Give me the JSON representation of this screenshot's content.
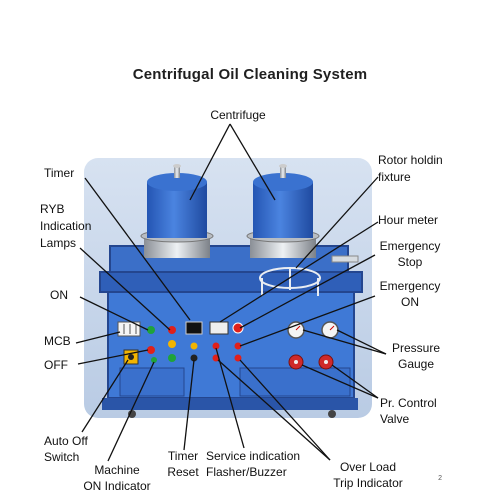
{
  "title": "Centrifugal Oil Cleaning System",
  "labels": {
    "centrifuge": "Centrifuge",
    "timer": "Timer",
    "rotor_1": "Rotor holdin",
    "rotor_2": "fixture",
    "ryb_1": "RYB",
    "ryb_2": "Indication",
    "ryb_3": "Lamps",
    "hour_meter": "Hour meter",
    "emergency_stop_1": "Emergency",
    "emergency_stop_2": "Stop",
    "on": "ON",
    "emergency_on_1": "Emergency",
    "emergency_on_2": "ON",
    "mcb": "MCB",
    "off": "OFF",
    "pressure_1": "Pressure",
    "pressure_2": "Gauge",
    "pr_control_1": "Pr. Control",
    "pr_control_2": "Valve",
    "auto_off_1": "Auto Off",
    "auto_off_2": "Switch",
    "timer_reset_1": "Timer",
    "timer_reset_2": "Reset",
    "service_1": "Service indication",
    "service_2": "Flasher/Buzzer",
    "machine_on_1": "Machine",
    "machine_on_2": "ON Indicator",
    "overload_1": "Over Load",
    "overload_2": "Trip Indicator"
  },
  "page_number": "2",
  "colors": {
    "frame": "#3a66b8",
    "frame_dark": "#24468f",
    "panel": "#3f79d6",
    "centrifuge": "#2f63c4",
    "background_wall": "#c9d9ee",
    "leader_line": "#111111",
    "red_lamp": "#e0201b",
    "green_lamp": "#1fa33a",
    "yellow_lamp": "#f2b400"
  }
}
